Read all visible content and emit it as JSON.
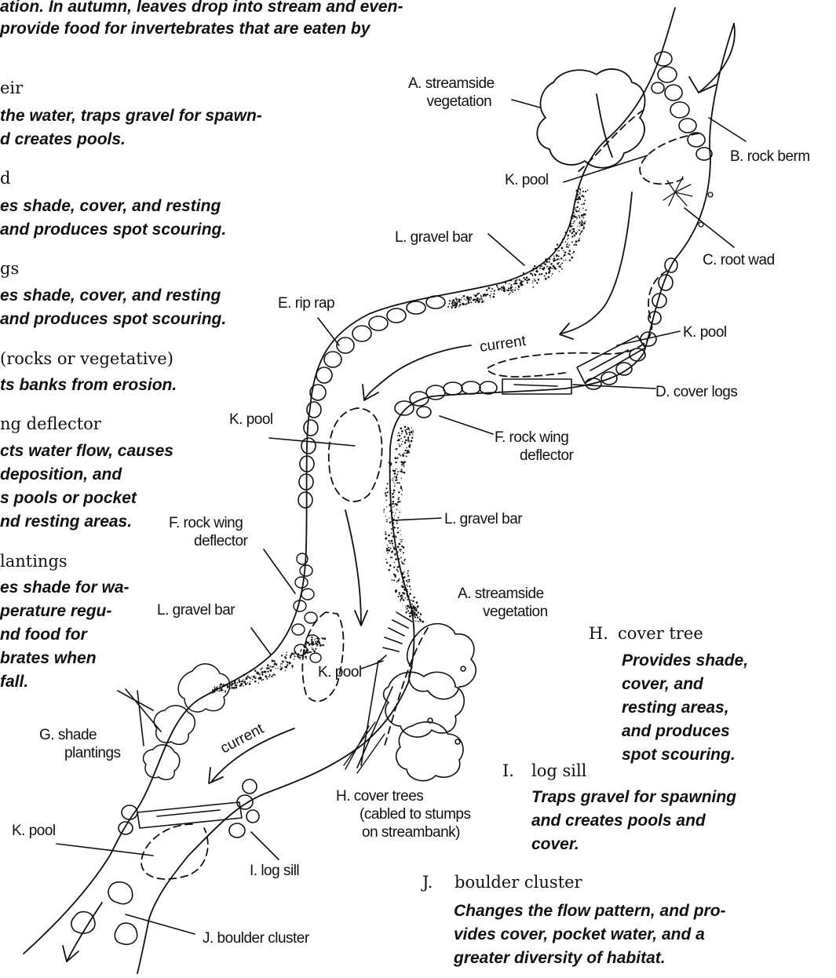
{
  "legend_left": [
    {
      "id": "top",
      "heading": "",
      "lines": [
        "ation. In autumn, leaves drop into stream and even-",
        "provide food for invertebrates that are eaten by"
      ]
    },
    {
      "id": "weir",
      "heading": "eir",
      "lines": [
        "the water, traps gravel for spawn-",
        "d creates pools."
      ]
    },
    {
      "id": "rootwad",
      "heading": "d",
      "lines": [
        "es shade, cover, and resting",
        "and produces spot scouring."
      ]
    },
    {
      "id": "coverlogs",
      "heading": "gs",
      "lines": [
        "es shade, cover, and resting",
        "and produces spot scouring."
      ]
    },
    {
      "id": "riprap",
      "heading": "(rocks or vegetative)",
      "lines": [
        "ts banks from erosion."
      ]
    },
    {
      "id": "wingdeflector",
      "heading": "ng deflector",
      "lines": [
        "cts water flow, causes",
        "deposition, and",
        "s pools or pocket",
        "nd resting areas."
      ]
    },
    {
      "id": "shadeplantings",
      "heading": "lantings",
      "lines": [
        "es shade for wa-",
        "perature regu-",
        "nd food for",
        "brates when",
        "fall."
      ]
    }
  ],
  "legend_right": [
    {
      "id": "H",
      "letter": "H.",
      "term": "cover tree",
      "lines": [
        "Provides shade,",
        "cover, and",
        "resting areas,",
        "and produces",
        "spot scouring."
      ]
    },
    {
      "id": "I",
      "letter": "I.",
      "term": "log sill",
      "lines": [
        "Traps gravel for spawning",
        "and creates pools and",
        "cover."
      ]
    },
    {
      "id": "J",
      "letter": "J.",
      "term": "boulder cluster",
      "lines": [
        "Changes the flow pattern, and pro-",
        "vides cover, pocket water, and a",
        "greater diversity of habitat."
      ]
    }
  ],
  "labels": {
    "A1": [
      "A.  streamside",
      "vegetation"
    ],
    "B": "B.  rock berm",
    "K1": "K.  pool",
    "L1": "L.  gravel bar",
    "C": "C.  root wad",
    "E": "E.  rip rap",
    "K2": "K.  pool",
    "current1": "current",
    "D": "D.  cover logs",
    "K3": "K.  pool",
    "F1": [
      "F.  rock wing",
      "deflector"
    ],
    "L2": "L.  gravel bar",
    "F2": [
      "F.  rock wing",
      "deflector"
    ],
    "A2": [
      "A.  streamside",
      "vegetation"
    ],
    "L3": "L.  gravel bar",
    "K4": "K.  pool",
    "G": [
      "G.  shade",
      "plantings"
    ],
    "current2": "current",
    "K5": "K.  pool",
    "H": [
      "H.  cover trees",
      "(cabled to stumps",
      "on streambank)"
    ],
    "I": "I.  log sill",
    "J": "J.  boulder cluster"
  }
}
